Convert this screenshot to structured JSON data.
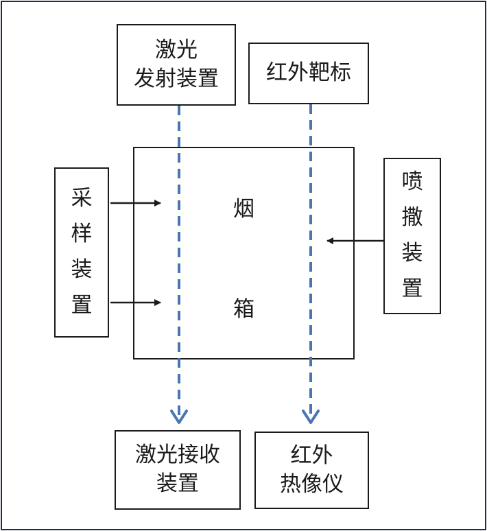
{
  "diagram": {
    "laser_emitter": [
      "激光",
      "发射装置"
    ],
    "infrared_target": [
      "红外靶标"
    ],
    "sampling_device": [
      "采",
      "样",
      "装",
      "置"
    ],
    "spray_device": [
      "喷",
      "撒",
      "装",
      "置"
    ],
    "smoke_chamber": [
      "烟",
      "箱"
    ],
    "laser_receiver": [
      "激光接收",
      "装置"
    ],
    "infrared_imager": [
      "红外",
      "热像仪"
    ],
    "colors": {
      "frame": "#1f2d4d",
      "box_border": "#1a1a1a",
      "beam": "#4a76b0",
      "arrow": "#1a1a1a"
    }
  }
}
